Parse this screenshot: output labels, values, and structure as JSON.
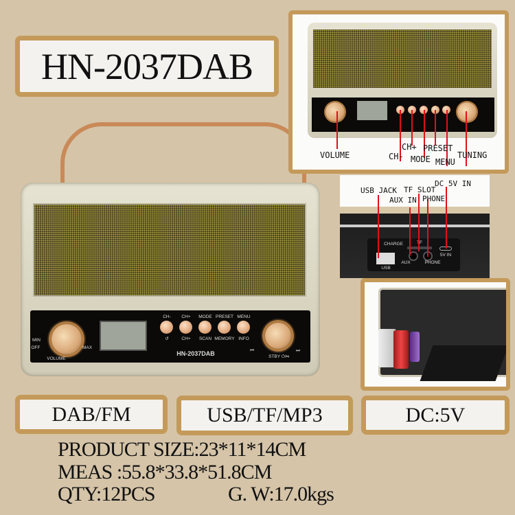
{
  "title": "HN-2037DAB",
  "features": [
    "DAB/FM",
    "USB/TF/MP3",
    "DC:5V"
  ],
  "specs": {
    "size": "PRODUCT SIZE:23*11*14CM",
    "meas": "MEAS :55.8*33.8*51.8CM",
    "qty": "QTY:12PCS",
    "gw": "G. W:17.0kgs"
  },
  "radio": {
    "model": "HN-2037DAB",
    "buttons_top": [
      "CH-",
      "CH+",
      "MODE",
      "PRESET",
      "MENU"
    ],
    "buttons_bottom": [
      "↺",
      "CH+",
      "SCAN",
      "MEMORY",
      "INFO"
    ],
    "volume": "VOLUME",
    "min": "MIN",
    "off": "OFF",
    "max": "MAX",
    "standby": "STBY ⏻/⏯",
    "prev": "⏮",
    "next": "⏭"
  },
  "front_callouts": {
    "volume": "VOLUME",
    "ch_minus": "CH-",
    "ch_plus": "CH+",
    "mode": "MODE",
    "preset": "PRESET",
    "menu": "MENU",
    "tuning": "TUNING"
  },
  "port_callouts": {
    "usb_jack": "USB JACK",
    "aux_in": "AUX IN",
    "tf_slot": "TF SLOT",
    "phone": "PHONE",
    "dc_in": "DC 5V IN"
  },
  "port_labels": {
    "charge": "CHARGE",
    "usb": "USB",
    "aux": "AUX",
    "tf": "TF",
    "phone": "PHONE",
    "dc": "5V IN"
  },
  "colors": {
    "background": "#d5c4a8",
    "frame": "#c49a5a",
    "callout_line": "#e0101a"
  }
}
